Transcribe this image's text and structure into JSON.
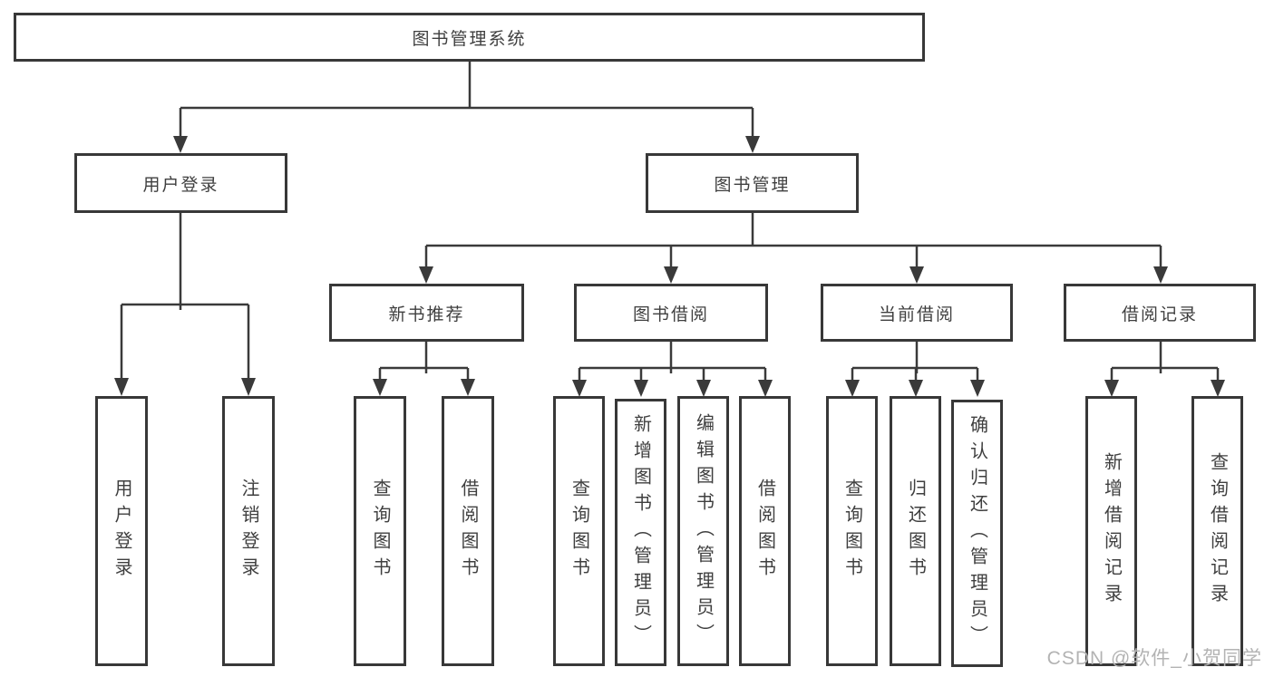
{
  "tree": {
    "root": {
      "label": "图书管理系统"
    },
    "branches": [
      {
        "label": "用户登录",
        "children": [
          {
            "label": "用户登录"
          },
          {
            "label": "注销登录"
          }
        ]
      },
      {
        "label": "图书管理",
        "children": [
          {
            "label": "新书推荐",
            "children": [
              {
                "label": "查询图书"
              },
              {
                "label": "借阅图书"
              }
            ]
          },
          {
            "label": "图书借阅",
            "children": [
              {
                "label": "查询图书"
              },
              {
                "label": "新增图书（管理员）"
              },
              {
                "label": "编辑图书（管理员）"
              },
              {
                "label": "借阅图书"
              }
            ]
          },
          {
            "label": "当前借阅",
            "children": [
              {
                "label": "查询图书"
              },
              {
                "label": "归还图书"
              },
              {
                "label": "确认归还（管理员）"
              }
            ]
          },
          {
            "label": "借阅记录",
            "children": [
              {
                "label": "新增借阅记录"
              },
              {
                "label": "查询借阅记录"
              }
            ]
          }
        ]
      }
    ]
  },
  "watermark": {
    "text": "CSDN @软件_小贺同学"
  },
  "colors": {
    "line": "#3a3a3a",
    "border": "#383838",
    "text": "#3f3f3f",
    "watermark": "#b3b3b3",
    "background": "#ffffff"
  }
}
